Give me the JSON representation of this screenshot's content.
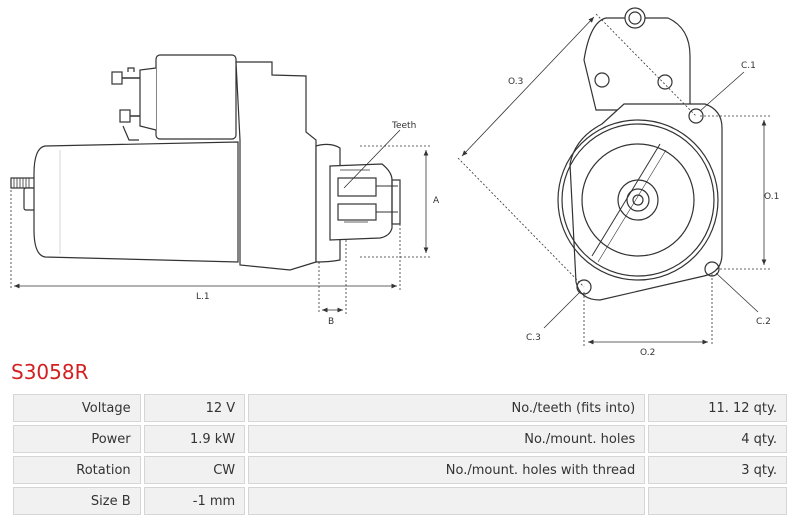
{
  "drawing": {
    "labels": {
      "teeth": "Teeth",
      "a": "A",
      "b": "B",
      "l1": "L.1",
      "o1": "O.1",
      "o2": "O.2",
      "o3": "O.3",
      "c1": "C.1",
      "c2": "C.2",
      "c3": "C.3"
    }
  },
  "product": {
    "code": "S3058R"
  },
  "specs": [
    {
      "label": "Voltage",
      "value": "12 V",
      "label2": "No./teeth (fits into)",
      "value2": "11. 12 qty."
    },
    {
      "label": "Power",
      "value": "1.9 kW",
      "label2": "No./mount. holes",
      "value2": "4 qty."
    },
    {
      "label": "Rotation",
      "value": "CW",
      "label2": "No./mount. holes with thread",
      "value2": "3 qty."
    },
    {
      "label": "Size B",
      "value": "-1 mm",
      "label2": "",
      "value2": ""
    }
  ]
}
